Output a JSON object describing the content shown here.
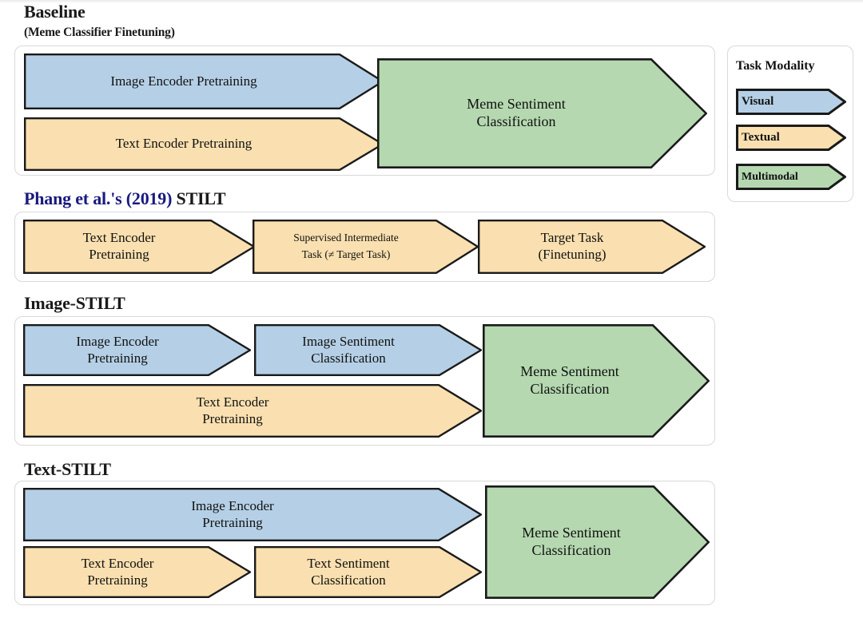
{
  "colors": {
    "visual": "#b5d0e6",
    "textual": "#fae0b0",
    "multimodal": "#b5d8b0",
    "stroke": "#1a1a1a",
    "panel_border": "#d9d9d9",
    "heading": "#1a1a1a",
    "citation_accent": "#19197f",
    "background": "#ffffff"
  },
  "sections": [
    {
      "id": "baseline",
      "title_main": "Baseline",
      "title_sub": "(Meme Classifier Finetuning)",
      "arrows": [
        {
          "name": "image-encoder-pretraining",
          "modality": "visual",
          "lines": [
            "Image Encoder Pretraining"
          ]
        },
        {
          "name": "text-encoder-pretraining",
          "modality": "textual",
          "lines": [
            "Text Encoder Pretraining"
          ]
        },
        {
          "name": "meme-sentiment-classification",
          "modality": "multimodal",
          "lines": [
            "Meme Sentiment",
            "Classification"
          ]
        }
      ]
    },
    {
      "id": "phang-stilt",
      "title_accent": "Phang et al.'s (2019)",
      "title_plain": " STILT",
      "arrows": [
        {
          "name": "text-encoder-pretraining",
          "modality": "textual",
          "lines": [
            "Text Encoder",
            "Pretraining"
          ]
        },
        {
          "name": "supervised-intermediate-task",
          "modality": "textual",
          "lines": [
            "Supervised Intermediate",
            "Task (≠ Target Task)"
          ]
        },
        {
          "name": "target-task-finetuning",
          "modality": "textual",
          "lines": [
            "Target Task",
            "(Finetuning)"
          ]
        }
      ]
    },
    {
      "id": "image-stilt",
      "title_main": "Image-STILT",
      "arrows": [
        {
          "name": "image-encoder-pretraining",
          "modality": "visual",
          "lines": [
            "Image Encoder",
            "Pretraining"
          ]
        },
        {
          "name": "image-sentiment-classification",
          "modality": "visual",
          "lines": [
            "Image Sentiment",
            "Classification"
          ]
        },
        {
          "name": "text-encoder-pretraining",
          "modality": "textual",
          "lines": [
            "Text Encoder",
            "Pretraining"
          ]
        },
        {
          "name": "meme-sentiment-classification",
          "modality": "multimodal",
          "lines": [
            "Meme Sentiment",
            "Classification"
          ]
        }
      ]
    },
    {
      "id": "text-stilt",
      "title_main": "Text-STILT",
      "arrows": [
        {
          "name": "image-encoder-pretraining",
          "modality": "visual",
          "lines": [
            "Image Encoder",
            "Pretraining"
          ]
        },
        {
          "name": "text-encoder-pretraining",
          "modality": "textual",
          "lines": [
            "Text Encoder",
            "Pretraining"
          ]
        },
        {
          "name": "text-sentiment-classification",
          "modality": "textual",
          "lines": [
            "Text Sentiment",
            "Classification"
          ]
        },
        {
          "name": "meme-sentiment-classification",
          "modality": "multimodal",
          "lines": [
            "Meme Sentiment",
            "Classification"
          ]
        }
      ]
    }
  ],
  "legend": {
    "title": "Task Modality",
    "items": [
      {
        "name": "legend-visual",
        "label": "Visual",
        "modality": "visual"
      },
      {
        "name": "legend-textual",
        "label": "Textual",
        "modality": "textual"
      },
      {
        "name": "legend-multimodal",
        "label": "Multimodal",
        "modality": "multimodal"
      }
    ]
  },
  "text": {
    "baseline_title_main": "Baseline",
    "baseline_title_sub": "(Meme Classifier Finetuning)",
    "phang_accent": "Phang et al.'s (2019)",
    "phang_plain": " STILT",
    "image_stilt_title": "Image-STILT",
    "text_stilt_title": "Text-STILT",
    "legend_title": "Task Modality",
    "a_image_encoder_pretraining_1line": "Image Encoder Pretraining",
    "a_text_encoder_pretraining_1line": "Text Encoder Pretraining",
    "a_meme_l1": "Meme Sentiment",
    "a_meme_l2": "Classification",
    "a_text_enc_l1": "Text Encoder",
    "a_text_enc_l2": "Pretraining",
    "a_sup_l1": "Supervised Intermediate",
    "a_sup_l2": "Task (≠ Target Task)",
    "a_target_l1": "Target Task",
    "a_target_l2": "(Finetuning)",
    "a_img_enc_l1": "Image Encoder",
    "a_img_enc_l2": "Pretraining",
    "a_img_sent_l1": "Image Sentiment",
    "a_img_sent_l2": "Classification",
    "a_txt_sent_l1": "Text Sentiment",
    "a_txt_sent_l2": "Classification",
    "legend_visual": "Visual",
    "legend_textual": "Textual",
    "legend_multimodal": "Multimodal"
  }
}
